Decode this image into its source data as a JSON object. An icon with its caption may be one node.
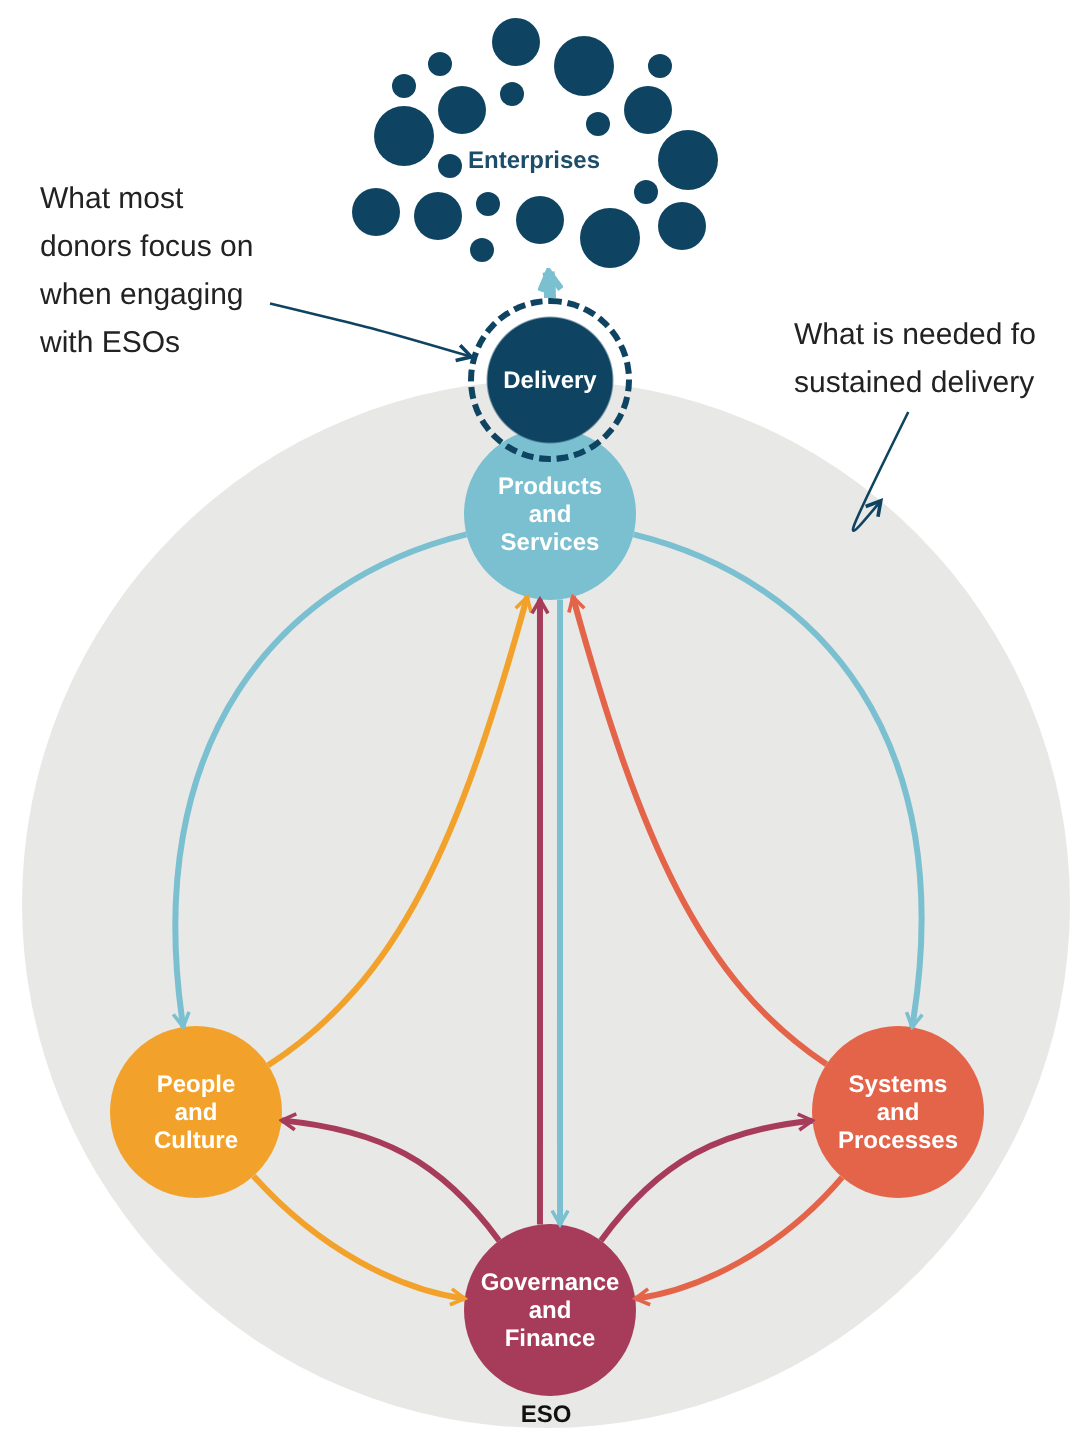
{
  "diagram": {
    "nodes": [
      {
        "text": [
          "ESO"
        ]
      },
      {
        "text": [
          "Enterprises"
        ]
      },
      {
        "text": [
          "Delivery"
        ]
      },
      {
        "text": [
          "Products and Services"
        ],
        "in": 0
      },
      {
        "text": [
          "People and Culture"
        ],
        "in": 0
      },
      {
        "text": [
          "Systems and Processes"
        ],
        "in": 0
      },
      {
        "text": [
          "Governance and Finance"
        ],
        "in": 0
      },
      {
        "text": [
          "What most donors focus on when engaging with ESOs"
        ]
      },
      {
        "text": [
          "What is needed fo sustained delivery"
        ]
      }
    ],
    "edges": [
      {
        "from": 2,
        "to": 1,
        "arrow": "to",
        "style": "thick",
        "color": "#7bc0d1"
      },
      {
        "from": 7,
        "to": 2,
        "arrow": "to",
        "color": "#0e4461"
      },
      {
        "from": 8,
        "to": 0,
        "arrow": "to",
        "color": "#0e4461"
      },
      {
        "from": 3,
        "to": 4,
        "arrow": "to",
        "color": "#7bc0d1"
      },
      {
        "from": 3,
        "to": 5,
        "arrow": "to",
        "color": "#7bc0d1"
      },
      {
        "from": 4,
        "to": 3,
        "arrow": "to",
        "color": "#f2a22a"
      },
      {
        "from": 5,
        "to": 3,
        "arrow": "to",
        "color": "#e4644a"
      },
      {
        "from": 6,
        "to": 3,
        "arrow": "to",
        "color": "#a63c5a"
      },
      {
        "from": 3,
        "to": 6,
        "arrow": "to",
        "color": "#7bc0d1"
      },
      {
        "from": 6,
        "to": 4,
        "arrow": "to",
        "color": "#a63c5a"
      },
      {
        "from": 6,
        "to": 5,
        "arrow": "to",
        "color": "#a63c5a"
      },
      {
        "from": 4,
        "to": 6,
        "arrow": "to",
        "color": "#f2a22a"
      },
      {
        "from": 5,
        "to": 6,
        "arrow": "to",
        "color": "#e4644a"
      }
    ]
  }
}
